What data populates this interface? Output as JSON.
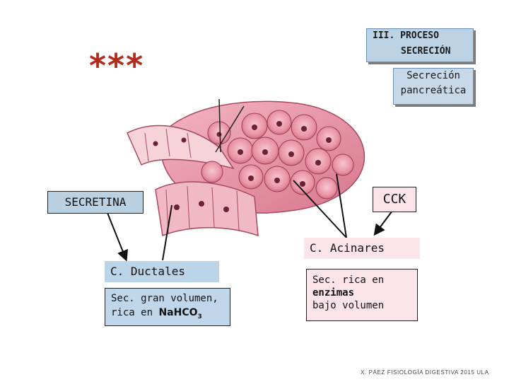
{
  "stars": "***",
  "title": {
    "line1": "III. PROCESO",
    "line2": "SECRECIÓN"
  },
  "pancreatic": {
    "line1": "Secreción",
    "line2": "pancreática"
  },
  "secretina": "SECRETINA",
  "cck": "CCK",
  "acinares": "C. Acinares",
  "ductales": "C. Ductales",
  "ductal_secretion": {
    "line1": "Sec. gran volumen,",
    "line2_prefix": "rica en ",
    "chem": "NaHCO",
    "sub": "3"
  },
  "acinar_secretion": {
    "line1": "Sec. rica en",
    "line2": "enzimas",
    "line3": "bajo volumen"
  },
  "footer": "X. PÁEZ  FISIOLOGÍA DIGESTIVA 2015  ULA",
  "colors": {
    "blue_box": "#b9d1e3",
    "pink_box": "#fbe3ea",
    "stars": "#b32b1b",
    "tissue": "#e98a9d"
  }
}
